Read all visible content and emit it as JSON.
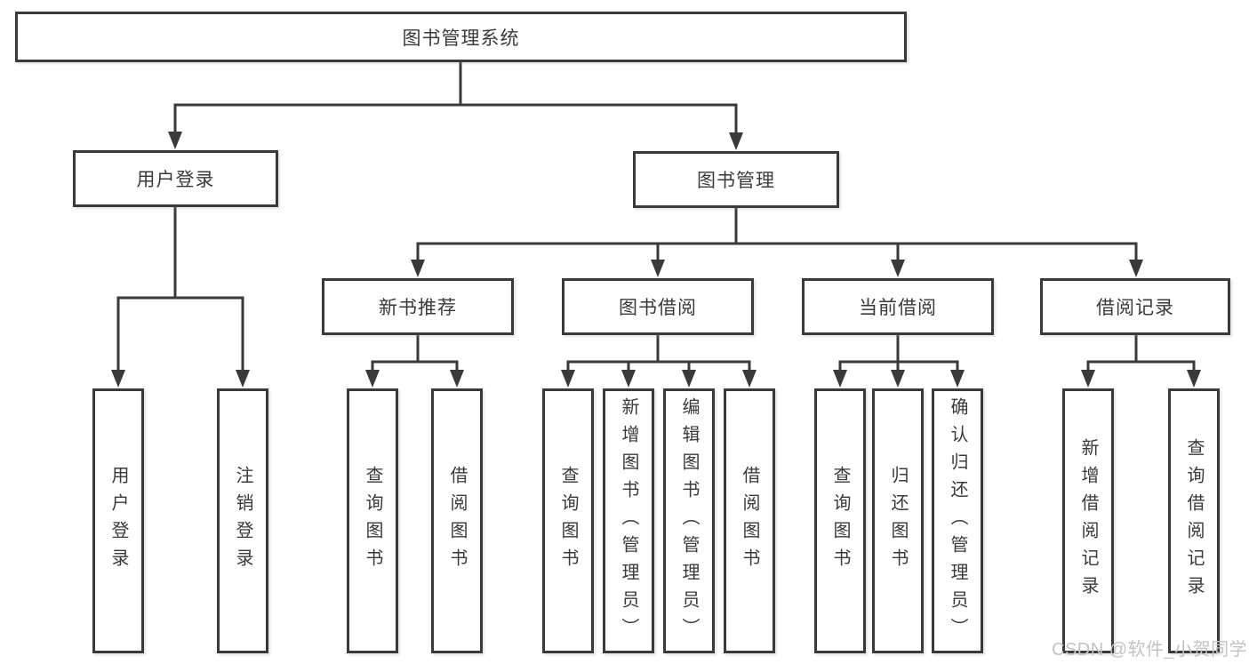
{
  "diagram": {
    "root_label": "图书管理系统",
    "branches": [
      {
        "label": "用户登录",
        "children": [
          {
            "label": "用户登录"
          },
          {
            "label": "注销登录"
          }
        ]
      },
      {
        "label": "图书管理",
        "children": [
          {
            "label": "新书推荐",
            "children": [
              {
                "label": "查询图书"
              },
              {
                "label": "借阅图书"
              }
            ]
          },
          {
            "label": "图书借阅",
            "children": [
              {
                "label": "查询图书"
              },
              {
                "label": "新增图书（管理员）"
              },
              {
                "label": "编辑图书（管理员）"
              },
              {
                "label": "借阅图书"
              }
            ]
          },
          {
            "label": "当前借阅",
            "children": [
              {
                "label": "查询图书"
              },
              {
                "label": "归还图书"
              },
              {
                "label": "确认归还（管理员）"
              }
            ]
          },
          {
            "label": "借阅记录",
            "children": [
              {
                "label": "新增借阅记录"
              },
              {
                "label": "查询借阅记录"
              }
            ]
          }
        ]
      }
    ]
  },
  "watermark": {
    "text": "CSDN @软件_小贺同学"
  },
  "colors": {
    "line": "#3a3a3a",
    "box_border": "#3a3a3a",
    "text": "#3a3a3a",
    "background": "#ffffff",
    "watermark": "#c3c3c3"
  }
}
